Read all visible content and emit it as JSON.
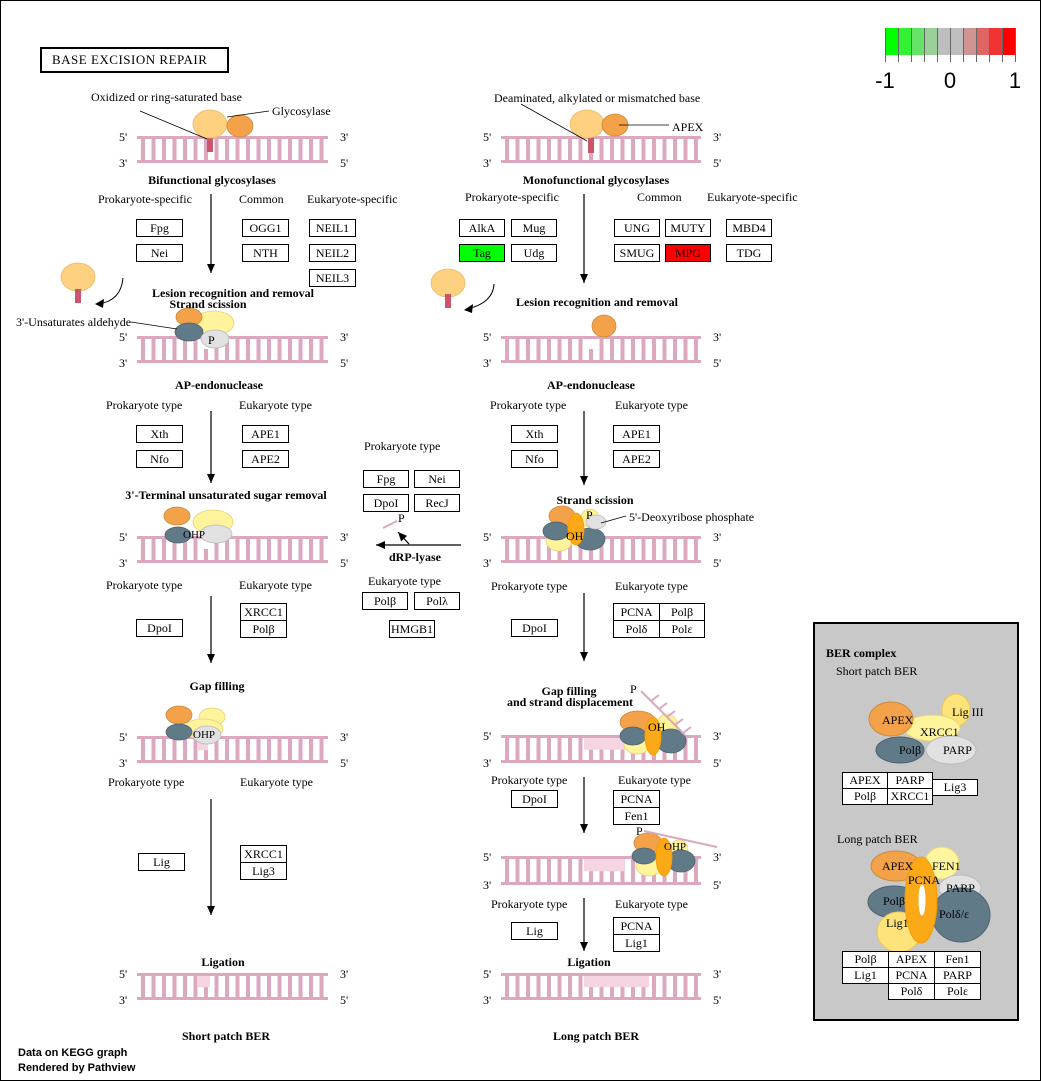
{
  "title": "BASE EXCISION REPAIR",
  "legend": {
    "labels": [
      "-1",
      "0",
      "1"
    ],
    "colors": [
      "#00ff00",
      "#33f133",
      "#66e266",
      "#99cf99",
      "#bebebe",
      "#bebebe",
      "#d19494",
      "#e06464",
      "#f03333",
      "#ff0000"
    ]
  },
  "colors": {
    "up": "#ff0000",
    "down": "#00ff00",
    "dna": "#dba8c0",
    "dna_light": "#f6d5e2",
    "glycosylase_tan": "#fdd17f",
    "apex_orange": "#f4a24a",
    "polb_slate": "#617a88",
    "parp_grey": "#e1e1e1",
    "xrcc1_yellow": "#fff39b",
    "pcna_orange": "#fba916"
  },
  "dna_labels": {
    "five": "5'",
    "three": "3'"
  },
  "annotations": {
    "oxidized_base": "Oxidized or ring-saturated base",
    "glycosylase": "Glycosylase",
    "deaminated_base": "Deaminated, alkylated or mismatched base",
    "apex": "APEX",
    "unsaturated_aldehyde": "3'-Unsaturates aldehyde",
    "deoxyribose_phosphate": "5'-Deoxyribose phosphate",
    "p": "P",
    "ohp": "OHP",
    "oh": "OH"
  },
  "steps": {
    "bifunctional": "Bifunctional glycosylases",
    "monofunctional": "Monofunctional glycosylases",
    "lesion_recognition_strand": "Lesion recognition and removal",
    "strand_scission_sub": "Strand scission",
    "lesion_recognition_mono": "Lesion recognition and removal",
    "ap_endonuclease": "AP-endonuclease",
    "terminal_sugar_removal": "3'-Terminal unsaturated sugar removal",
    "strand_scission": "Strand scission",
    "drp_lyase": "dRP-lyase",
    "gap_filling": "Gap filling",
    "gap_filling_displacement_1": "Gap filling",
    "gap_filling_displacement_2": "and strand displacement",
    "ligation": "Ligation",
    "short_patch": "Short patch BER",
    "long_patch": "Long patch BER"
  },
  "group_labels": {
    "prokaryote_specific": "Prokaryote-specific",
    "common": "Common",
    "eukaryote_specific": "Eukaryote-specific",
    "prokaryote_type": "Prokaryote type",
    "eukaryote_type": "Eukaryote type"
  },
  "genes": {
    "bifunctional": {
      "prokaryote": [
        "Fpg",
        "Nei"
      ],
      "common": [
        "OGG1",
        "NTH"
      ],
      "eukaryote": [
        "NEIL1",
        "NEIL2",
        "NEIL3"
      ]
    },
    "monofunctional": {
      "prokaryote": [
        {
          "name": "AlkA",
          "value": null
        },
        {
          "name": "Mug",
          "value": null
        },
        {
          "name": "Tag",
          "value": -1
        },
        {
          "name": "Udg",
          "value": null
        }
      ],
      "common": [
        {
          "name": "UNG",
          "value": null
        },
        {
          "name": "MUTY",
          "value": null
        },
        {
          "name": "SMUG",
          "value": null
        },
        {
          "name": "MPG",
          "value": 1
        }
      ],
      "eukaryote": [
        "MBD4",
        "TDG"
      ]
    },
    "ap_endo_left": {
      "prokaryote": [
        "Xth",
        "Nfo"
      ],
      "eukaryote": [
        "APE1",
        "APE2"
      ]
    },
    "ap_endo_right": {
      "prokaryote": [
        "Xth",
        "Nfo"
      ],
      "eukaryote": [
        "APE1",
        "APE2"
      ]
    },
    "drp_lyase": {
      "prokaryote": [
        "Fpg",
        "Nei",
        "DpoI",
        "RecJ"
      ],
      "eukaryote": [
        "Polβ",
        "Polλ",
        "HMGB1"
      ]
    },
    "sugar_removal": {
      "prokaryote": [
        "DpoI"
      ],
      "eukaryote": [
        "XRCC1",
        "Polβ"
      ]
    },
    "strand_scission": {
      "prokaryote": [
        "DpoI"
      ],
      "eukaryote": [
        "PCNA",
        "Polβ",
        "Polδ",
        "Polε"
      ]
    },
    "gap_filling_short": {
      "prokaryote": [
        "Lig"
      ],
      "eukaryote": [
        "XRCC1",
        "Lig3"
      ]
    },
    "gap_filling_long": {
      "prokaryote": [
        "DpoI"
      ],
      "eukaryote": [
        "PCNA",
        "Fen1"
      ]
    },
    "ligation_long": {
      "prokaryote": [
        "Lig"
      ],
      "eukaryote": [
        "PCNA",
        "Lig1"
      ]
    }
  },
  "ber_complex": {
    "title": "BER complex",
    "short_patch": {
      "label": "Short patch BER",
      "shapes": [
        "APEX",
        "Lig III",
        "XRCC1",
        "Polβ",
        "PARP"
      ],
      "table": [
        "APEX",
        "PARP",
        "Polβ",
        "XRCC1",
        "Lig3"
      ]
    },
    "long_patch": {
      "label": "Long patch BER",
      "shapes": [
        "APEX",
        "FEN1",
        "PCNA",
        "PARP",
        "Polβ",
        "Polδ/ε",
        "Lig1"
      ],
      "table": [
        "Polβ",
        "APEX",
        "Fen1",
        "Lig1",
        "PCNA",
        "PARP",
        "Polδ",
        "Polε"
      ]
    }
  },
  "footer": {
    "line1": "Data on KEGG graph",
    "line2": "Rendered by Pathview"
  }
}
